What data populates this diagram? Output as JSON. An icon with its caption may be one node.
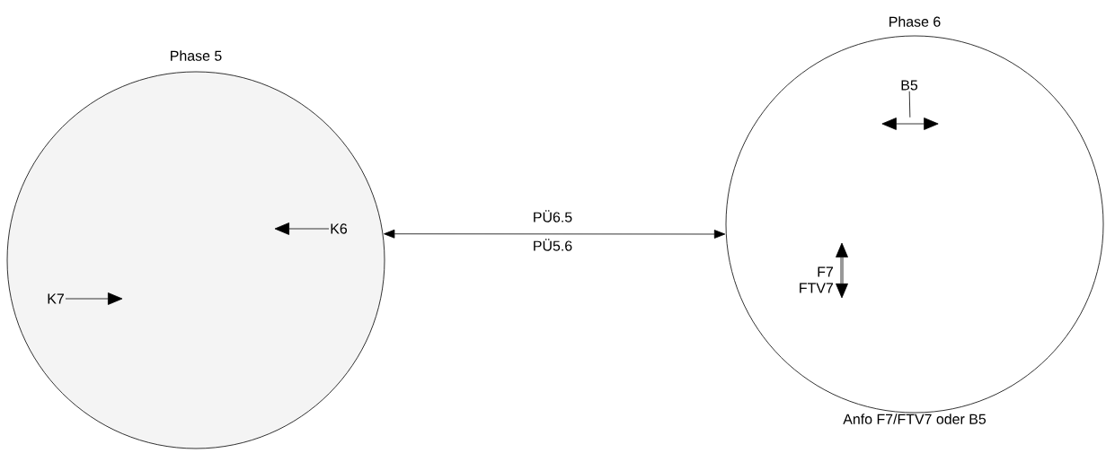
{
  "diagram": {
    "nodes": [
      {
        "text": [
          "Phase 5"
        ]
      },
      {
        "text": [
          "Phase 6"
        ],
        "beside": [
          "Anfo F7/FTV7 oder B5"
        ]
      },
      {
        "text": [
          "K6"
        ],
        "in": 0
      },
      {
        "text": [
          "K7"
        ],
        "in": 0
      },
      {
        "text": [
          "B5"
        ],
        "in": 1
      },
      {
        "text": [],
        "shape": "arrow",
        "in": 1
      },
      {
        "text": [
          "F7 FTV7"
        ],
        "in": 1
      }
    ],
    "edges": [
      {
        "from": 0,
        "to": 1,
        "arrow": "both",
        "label": "PÜ6.5"
      },
      {
        "from": 2,
        "to": null,
        "arrow": "to"
      },
      {
        "from": 3,
        "to": null,
        "arrow": "to"
      },
      {
        "from": 4,
        "to": 5,
        "arrow": "none"
      }
    ],
    "labels": [
      "PÜ5.6"
    ]
  }
}
